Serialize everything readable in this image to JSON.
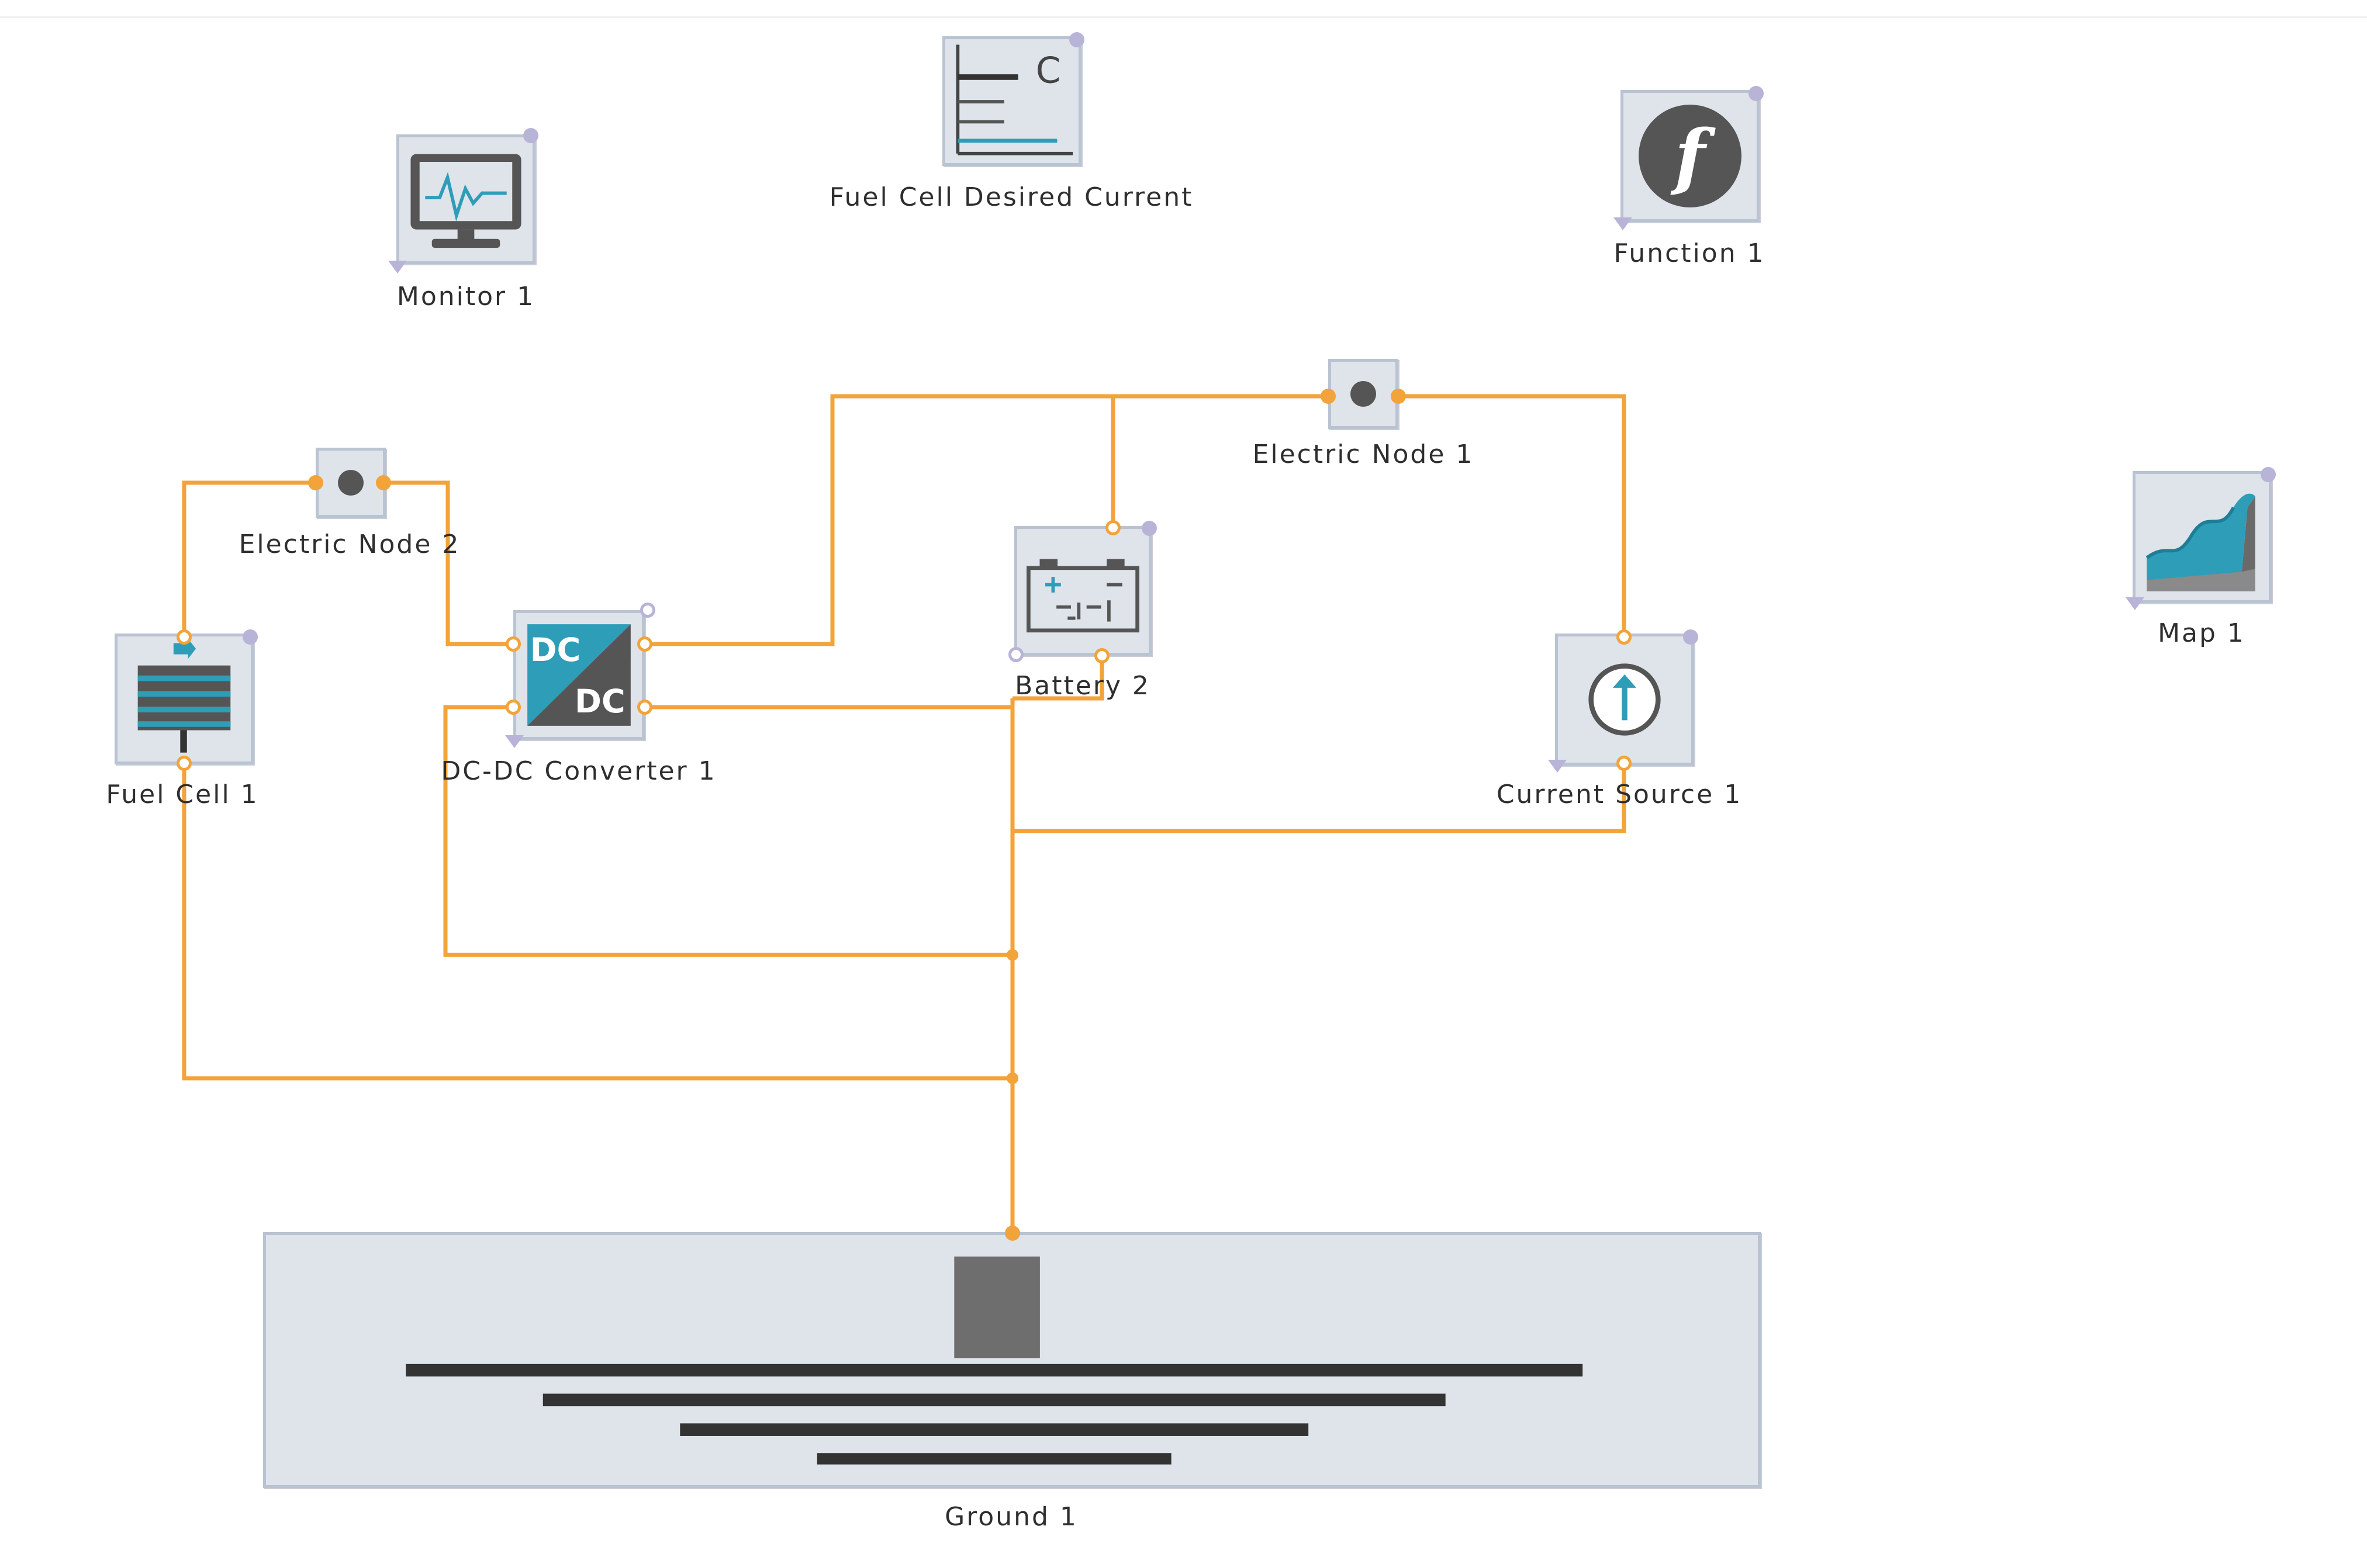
{
  "diagram": {
    "blocks": {
      "monitor": {
        "label": "Monitor 1",
        "icon": "monitor-icon"
      },
      "desired_current": {
        "label": "Fuel Cell Desired Current",
        "icon": "signal-table-icon"
      },
      "function": {
        "label": "Function 1",
        "icon": "function-icon",
        "glyph": "f"
      },
      "electric_node_1": {
        "label": "Electric Node 1",
        "icon": "node-dot-icon"
      },
      "electric_node_2": {
        "label": "Electric Node 2",
        "icon": "node-dot-icon"
      },
      "map": {
        "label": "Map 1",
        "icon": "map-surface-icon"
      },
      "fuel_cell": {
        "label": "Fuel Cell 1",
        "icon": "fuel-cell-icon"
      },
      "dcdc": {
        "label": "DC-DC Converter 1",
        "icon": "dc-dc-converter-icon",
        "top_text": "DC",
        "bottom_text": "DC"
      },
      "battery": {
        "label": "Battery 2",
        "icon": "battery-icon"
      },
      "current_source": {
        "label": "Current Source 1",
        "icon": "current-source-icon"
      },
      "ground": {
        "label": "Ground 1",
        "icon": "ground-icon"
      }
    },
    "colors": {
      "wire": "#f2a33a",
      "block_fill": "#dfe3ea",
      "block_border": "#b9c3d1",
      "icon_dark": "#555555",
      "accent": "#2d9db8"
    }
  }
}
